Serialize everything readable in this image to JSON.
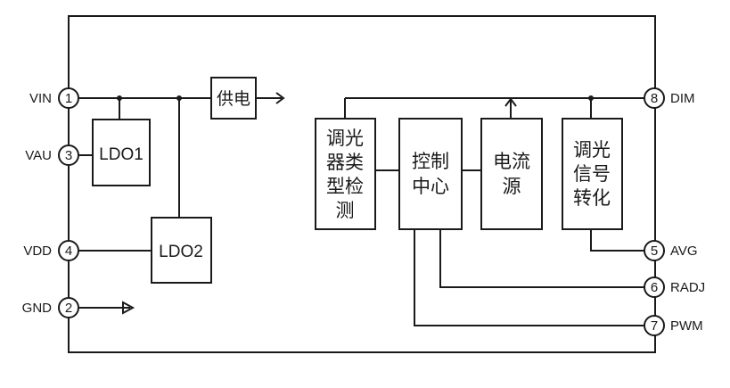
{
  "pins": {
    "vin": {
      "number": "1",
      "label": "VIN"
    },
    "gnd": {
      "number": "2",
      "label": "GND"
    },
    "vau": {
      "number": "3",
      "label": "VAU"
    },
    "vdd": {
      "number": "4",
      "label": "VDD"
    },
    "avg": {
      "number": "5",
      "label": "AVG"
    },
    "radj": {
      "number": "6",
      "label": "RADJ"
    },
    "pwm": {
      "number": "7",
      "label": "PWM"
    },
    "dim": {
      "number": "8",
      "label": "DIM"
    }
  },
  "blocks": {
    "ldo1": {
      "lines": [
        "LDO1"
      ]
    },
    "ldo2": {
      "lines": [
        "LDO2"
      ]
    },
    "power_supply": {
      "lines": [
        "供电"
      ]
    },
    "dimming_type_detect": {
      "lines": [
        "调光",
        "器类",
        "型检",
        "测"
      ]
    },
    "control_center": {
      "lines": [
        "控制",
        "中心"
      ]
    },
    "current_source": {
      "lines": [
        "电流",
        "源"
      ]
    },
    "dimming_signal_convert": {
      "lines": [
        "调光",
        "信号",
        "转化"
      ]
    }
  }
}
